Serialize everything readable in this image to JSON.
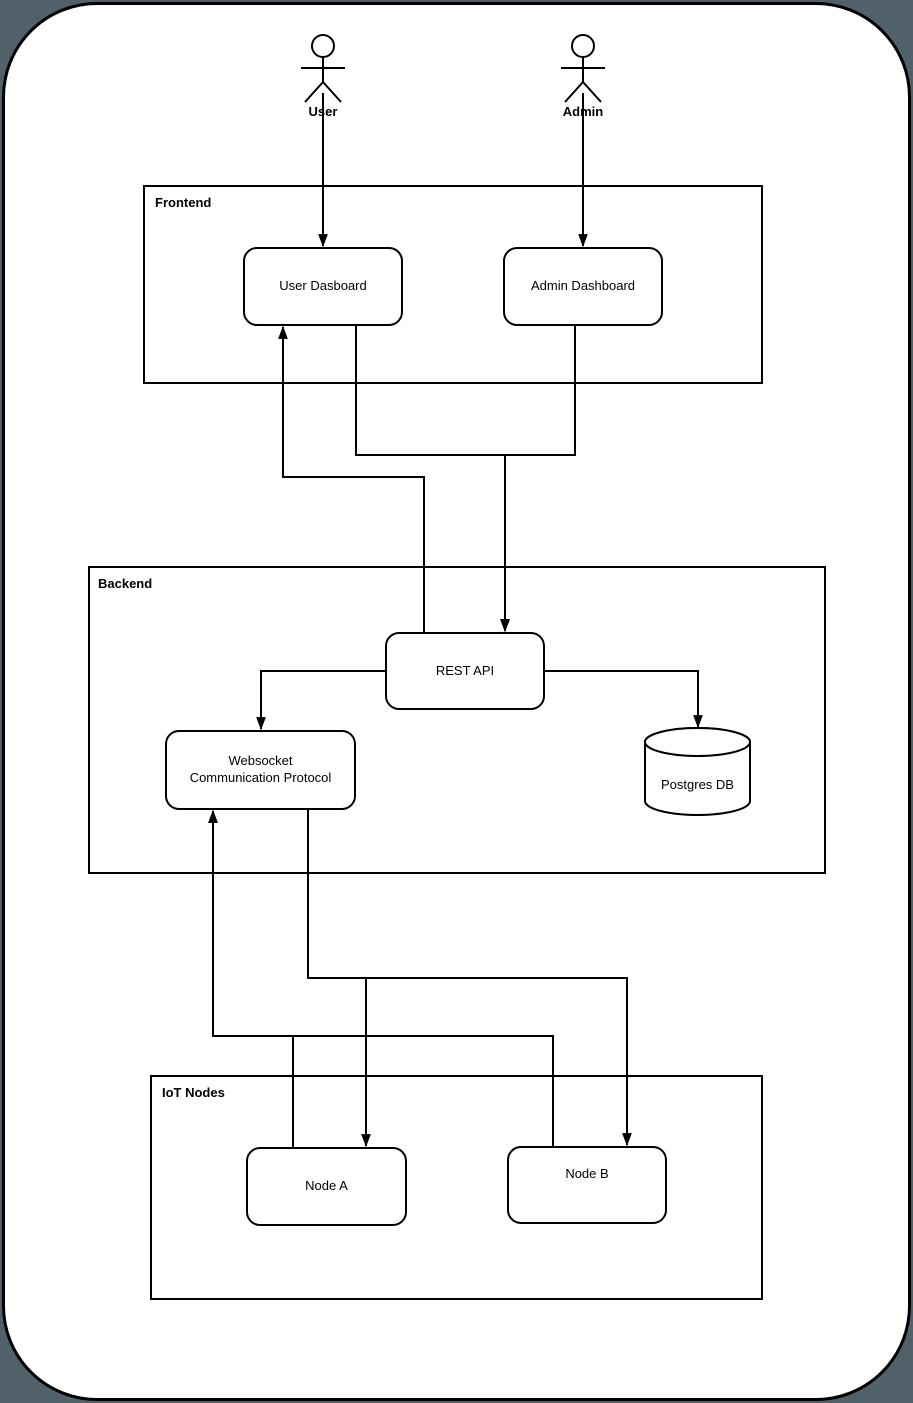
{
  "diagram": {
    "actors": [
      {
        "id": "user",
        "label": "User"
      },
      {
        "id": "admin",
        "label": "Admin"
      }
    ],
    "containers": {
      "frontend": {
        "label": "Frontend"
      },
      "backend": {
        "label": "Backend"
      },
      "iot": {
        "label": "IoT Nodes"
      }
    },
    "nodes": {
      "user_dashboard": {
        "label": "User Dasboard"
      },
      "admin_dashboard": {
        "label": "Admin Dashboard"
      },
      "rest_api": {
        "label": "REST API"
      },
      "websocket": {
        "label_lines": [
          "Websocket",
          "Communication Protocol"
        ]
      },
      "postgres_db": {
        "label": "Postgres DB"
      },
      "node_a": {
        "label": "Node A"
      },
      "node_b": {
        "label": "Node B"
      }
    },
    "edges": [
      {
        "from": "user",
        "to": "user-dashboard"
      },
      {
        "from": "admin",
        "to": "admin-dashboard"
      },
      {
        "from": "user-dashboard",
        "to": "rest-api"
      },
      {
        "from": "admin-dashboard",
        "to": "rest-api"
      },
      {
        "from": "rest-api",
        "to": "user-dashboard"
      },
      {
        "from": "rest-api",
        "to": "websocket"
      },
      {
        "from": "rest-api",
        "to": "postgres-db"
      },
      {
        "from": "websocket",
        "to": "node-a"
      },
      {
        "from": "websocket",
        "to": "node-b"
      },
      {
        "from": "node-a",
        "to": "websocket"
      },
      {
        "from": "node-b",
        "to": "websocket"
      }
    ],
    "colors": {
      "stroke": "#000000",
      "node_fill": "#ffffff",
      "canvas_fill": "#ffffff",
      "outer_background": "#50616a"
    }
  }
}
